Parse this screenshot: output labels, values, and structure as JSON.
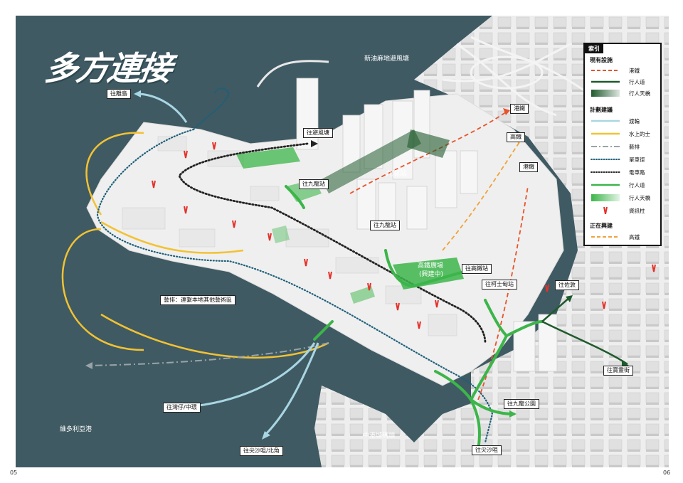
{
  "title": "多方連接",
  "water_labels": {
    "typhoon_shelter": "新油麻地避風塘",
    "harbour": "維多利亞港",
    "ferry_pier": "中港城碼頭"
  },
  "map_text": {
    "kowloon_station": "九龍站",
    "square": "高鐵廣場",
    "square_status": "(興建中)"
  },
  "callouts": {
    "to_outlying_islands": "往離島",
    "to_shelter": "往避風塘",
    "mtr_1": "港鐵",
    "hsr_1": "高鐵",
    "mtr_2": "港鐵",
    "to_kowloon_station_1": "往九龍站",
    "to_kowloon_station_2": "往九龍站",
    "to_hsr": "往高鐵站",
    "to_austin": "往柯士甸站",
    "to_jordan": "往佐敦",
    "arts_barge": "藝排：連繫本地其他藝術區",
    "to_wan_chai": "往灣仔/中環",
    "to_tst_north_point": "往尖沙咀/北角",
    "to_kowloon_park": "往九龍公園",
    "to_tst": "往尖沙咀",
    "to_po_ling": "往寶靈街"
  },
  "legend": {
    "header": "索引",
    "existing_title": "現有設施",
    "existing": [
      {
        "label": "港鐵",
        "style": "dash",
        "color": "#e8542a"
      },
      {
        "label": "行人道",
        "style": "solid",
        "color": "#1f5a2c"
      },
      {
        "label": "行人天橋",
        "style": "gradient",
        "color": "#1f5a2c"
      }
    ],
    "planned_title": "計劃建議",
    "planned": [
      {
        "label": "渡輪",
        "style": "solid",
        "color": "#a9d6e3"
      },
      {
        "label": "水上的士",
        "style": "solid",
        "color": "#f2c233"
      },
      {
        "label": "藝排",
        "style": "dashdot",
        "color": "#9aa4a8"
      },
      {
        "label": "單車徑",
        "style": "dots",
        "color": "#1d5f7a"
      },
      {
        "label": "電車路",
        "style": "dots",
        "color": "#222222"
      },
      {
        "label": "行人道",
        "style": "solid",
        "color": "#3cb54a"
      },
      {
        "label": "行人天橋",
        "style": "gradient",
        "color": "#3cb54a"
      },
      {
        "label": "資訊柱",
        "style": "pillar",
        "color": "#e3322a"
      }
    ],
    "construction_title": "正在興建",
    "construction": [
      {
        "label": "高鐵",
        "style": "dash",
        "color": "#f0a23a"
      }
    ]
  },
  "colors": {
    "water": "#3f5a63",
    "land": "#efefef",
    "building": "#e2e2e2",
    "ferry": "#a9d6e3",
    "water_taxi": "#f2c233",
    "mtr": "#e8542a",
    "hsr": "#f0a23a",
    "walkway": "#3cb54a",
    "existing_walkway": "#1f5a2c",
    "info_pillar": "#e3322a"
  },
  "page_numbers": {
    "left": "05",
    "right": "06"
  }
}
